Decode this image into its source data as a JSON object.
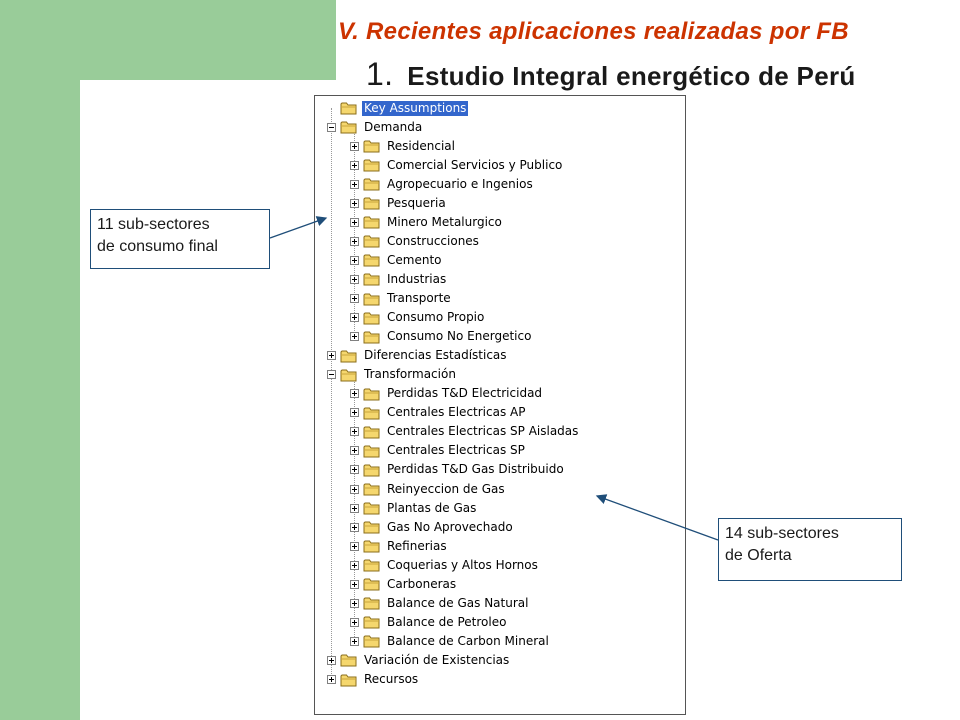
{
  "slide": {
    "section_heading": "V. Recientes aplicaciones realizadas por FB",
    "title_number": "1.",
    "title_text": "Estudio Integral energético de Perú"
  },
  "tree": {
    "root": {
      "label": "Key Assumptions",
      "selected": true
    },
    "demanda": {
      "label": "Demanda",
      "children": [
        "Residencial",
        "Comercial Servicios y Publico",
        "Agropecuario e Ingenios",
        "Pesqueria",
        "Minero Metalurgico",
        "Construcciones",
        "Cemento",
        "Industrias",
        "Transporte",
        "Consumo Propio",
        "Consumo No Energetico"
      ]
    },
    "diferencias": {
      "label": "Diferencias Estadísticas"
    },
    "transformacion": {
      "label": "Transformación",
      "children": [
        "Perdidas T&D Electricidad",
        "Centrales Electricas AP",
        "Centrales Electricas SP Aisladas",
        "Centrales Electricas SP",
        "Perdidas T&D Gas Distribuido",
        "Reinyeccion de Gas",
        "Plantas de Gas",
        "Gas No Aprovechado",
        "Refinerias",
        "Coquerias y Altos Hornos",
        "Carboneras",
        "Balance de Gas Natural",
        "Balance de Petroleo",
        "Balance de Carbon Mineral"
      ]
    },
    "variacion": {
      "label": "Variación de Existencias"
    },
    "recursos": {
      "label": "Recursos"
    }
  },
  "callouts": {
    "consumo": {
      "line1": "11   sub-sectores",
      "line2": "de consumo final"
    },
    "oferta": {
      "line1": "14   sub-sectores",
      "line2": "de Oferta"
    }
  },
  "colors": {
    "accent_green": "#99cc99",
    "heading_red": "#cc3300",
    "selection_blue": "#3366cc",
    "folder_yellow": "#f5d76e",
    "arrow_blue": "#1f4e79"
  },
  "icons": {
    "folder": "folder-icon",
    "expand": "expand-plus-icon",
    "collapse": "collapse-minus-icon"
  }
}
